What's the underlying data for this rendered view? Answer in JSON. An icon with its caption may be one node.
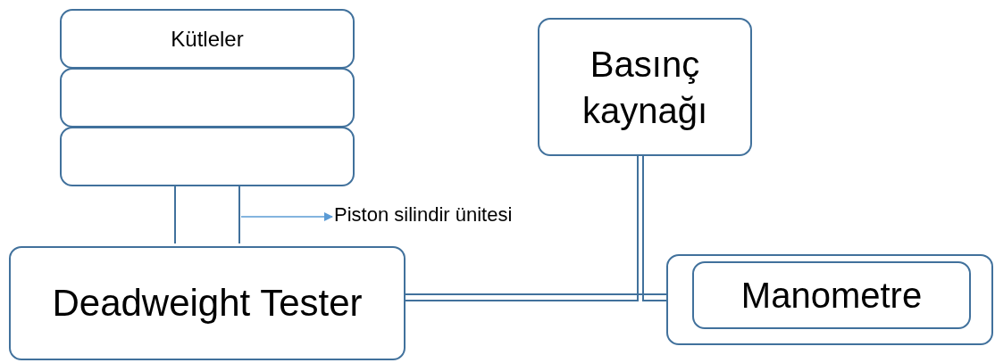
{
  "diagram": {
    "nodes": [
      {
        "text": [
          "Kütleler"
        ]
      },
      {
        "text": [],
        "shape": "box"
      },
      {
        "text": [],
        "shape": "box"
      },
      {
        "text": [],
        "shape": "box"
      },
      {
        "text": [
          "Piston silindir ünitesi"
        ]
      },
      {
        "text": [
          "Deadweight Tester"
        ]
      },
      {
        "text": [
          "Basınç kaynağı"
        ]
      },
      {
        "text": [],
        "shape": "box"
      },
      {
        "text": [
          "Manometre"
        ],
        "in": 7
      }
    ],
    "edges": [
      {
        "from": 3,
        "to": 4,
        "arrow": "to",
        "color": "#5b9bd5"
      },
      {
        "from": 5,
        "to": 7,
        "arrow": "none"
      },
      {
        "from": 6,
        "to": 5,
        "arrow": "none"
      },
      {
        "from": 6,
        "to": 7,
        "arrow": "none"
      }
    ]
  }
}
